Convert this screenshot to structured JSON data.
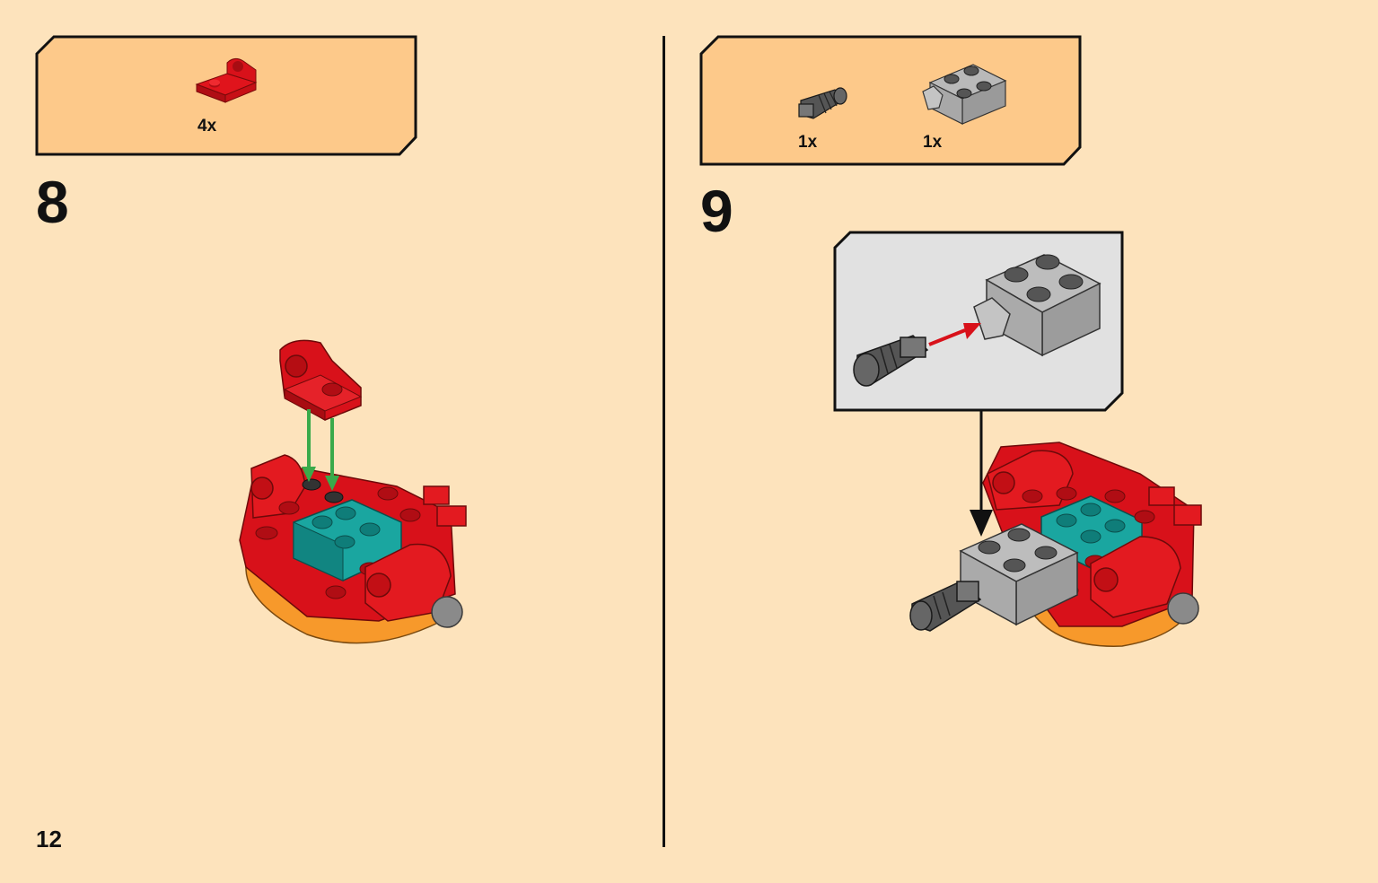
{
  "page": {
    "number": "12",
    "background": "#fde3bc"
  },
  "colors": {
    "parts_box_fill": "#fdc98a",
    "inset_fill": "#e1e1e1",
    "red_brick": "#d8111a",
    "teal_brick": "#1a9b97",
    "grey_brick": "#a6a6a6",
    "dark_grey": "#4a4a4a",
    "orange_base": "#f7992b",
    "green_arrow": "#3aaa4a",
    "red_arrow": "#d8111a"
  },
  "step8": {
    "number": "8",
    "parts": [
      {
        "icon": "red-plate-with-ring-icon",
        "quantity": "4x"
      }
    ]
  },
  "step9": {
    "number": "9",
    "parts": [
      {
        "icon": "dark-grey-connector-icon",
        "quantity": "1x"
      },
      {
        "icon": "grey-brick-with-clip-icon",
        "quantity": "1x"
      }
    ]
  }
}
